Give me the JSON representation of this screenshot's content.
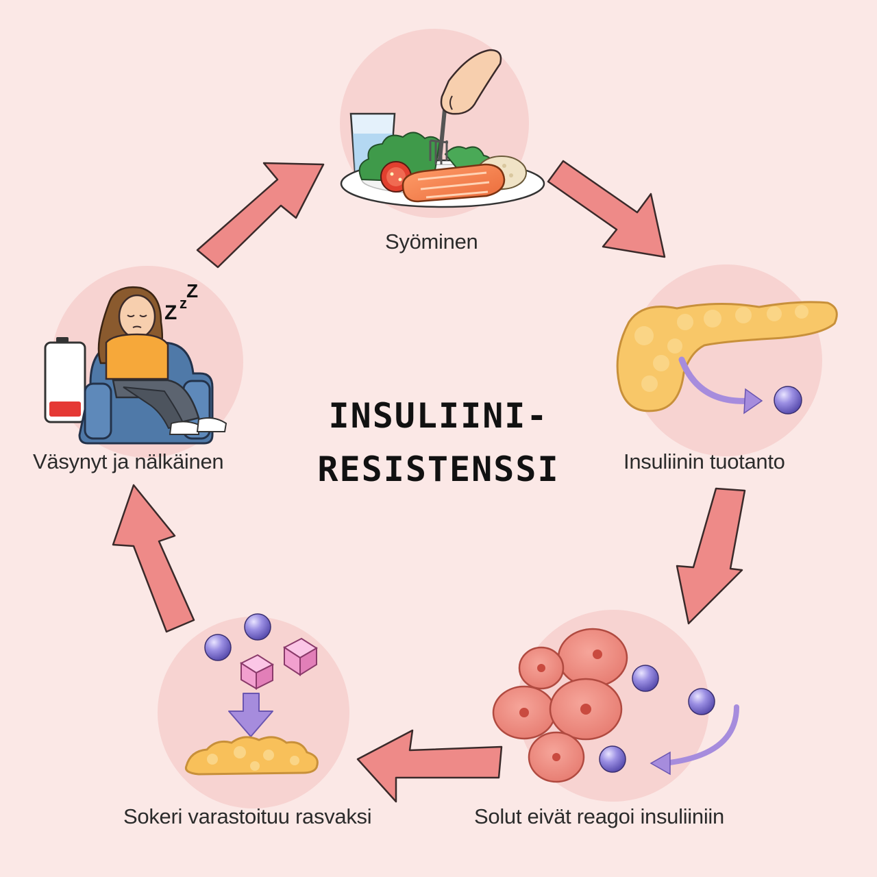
{
  "title": {
    "line1": "INSULIINI-",
    "line2": "RESISTENSSI"
  },
  "stages": [
    {
      "id": "eating",
      "label": "Syöminen"
    },
    {
      "id": "insulin-production",
      "label": "Insuliinin tuotanto"
    },
    {
      "id": "cells-no-response",
      "label": "Solut eivät reagoi insuliiniin"
    },
    {
      "id": "sugar-stored",
      "label": "Sokeri varastoituu rasvaksi"
    },
    {
      "id": "tired-hungry",
      "label": "Väsynyt ja nälkäinen"
    }
  ],
  "icons": {
    "eating": "plate-with-salmon-salad-icon",
    "insulin-production": "pancreas-icon",
    "cells-no-response": "cells-icon",
    "sugar-stored": "fat-storage-icon",
    "tired-hungry": "tired-person-icon"
  },
  "colors": {
    "background": "#fbe8e6",
    "circle": "#f7d2d0",
    "arrow": "#ee8a88",
    "arrow_outline": "#3a2a2a",
    "insulin_molecule": "#8b7fd6",
    "sugar_cube": "#f2a8d6",
    "fat": "#f7c15a",
    "purple_arrow": "#a68cdd"
  }
}
